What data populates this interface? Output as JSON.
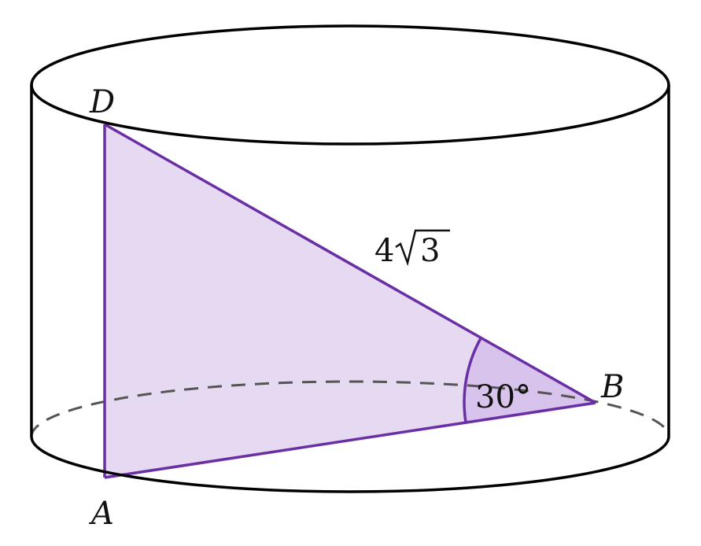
{
  "points": {
    "A": "A",
    "B": "B",
    "D": "D"
  },
  "segment_label": {
    "coef": "4",
    "radicand": "3"
  },
  "angle_label": "30°",
  "colors": {
    "outline": "#000000",
    "dashed": "#555555",
    "triangle_stroke": "#6a2fa5",
    "triangle_fill": "#e6d9f2",
    "angle_fill": "#d8c3ec"
  }
}
